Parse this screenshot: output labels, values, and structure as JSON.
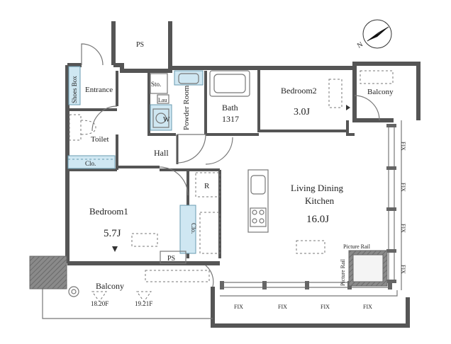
{
  "rooms": {
    "ps_top": "PS",
    "shoes_box": "Shoes Box",
    "entrance": "Entrance",
    "toilet": "Toilet",
    "closet_left": "Clo.",
    "hall": "Hall",
    "storage": "Sto.",
    "laundry": "Lau",
    "washer": "W",
    "powder_room": "Powder Room",
    "bath": "Bath",
    "bath_size": "1317",
    "bedroom2": "Bedroom2",
    "bedroom2_size": "3.0J",
    "balcony_right": "Balcony",
    "refrigerator": "R",
    "closet_center": "Clo.",
    "bedroom1": "Bedroom1",
    "bedroom1_size": "5.7J",
    "ps_bottom": "PS",
    "ldk_line1": "Living Dining",
    "ldk_line2": "Kitchen",
    "ldk_size": "16.0J",
    "balcony_bottom": "Balcony",
    "fixture_a": "18.20F",
    "fixture_b": "19.21F",
    "picture_rail_top": "Picture Rail",
    "picture_rail_side": "Picture Rail"
  },
  "fix_labels": {
    "bottom": [
      "FIX",
      "FIX",
      "FIX",
      "FIX"
    ],
    "right": [
      "FIX",
      "FIX",
      "FIX",
      "FIX"
    ]
  },
  "compass": {
    "label": "N",
    "icon": "north-arrow-icon"
  }
}
